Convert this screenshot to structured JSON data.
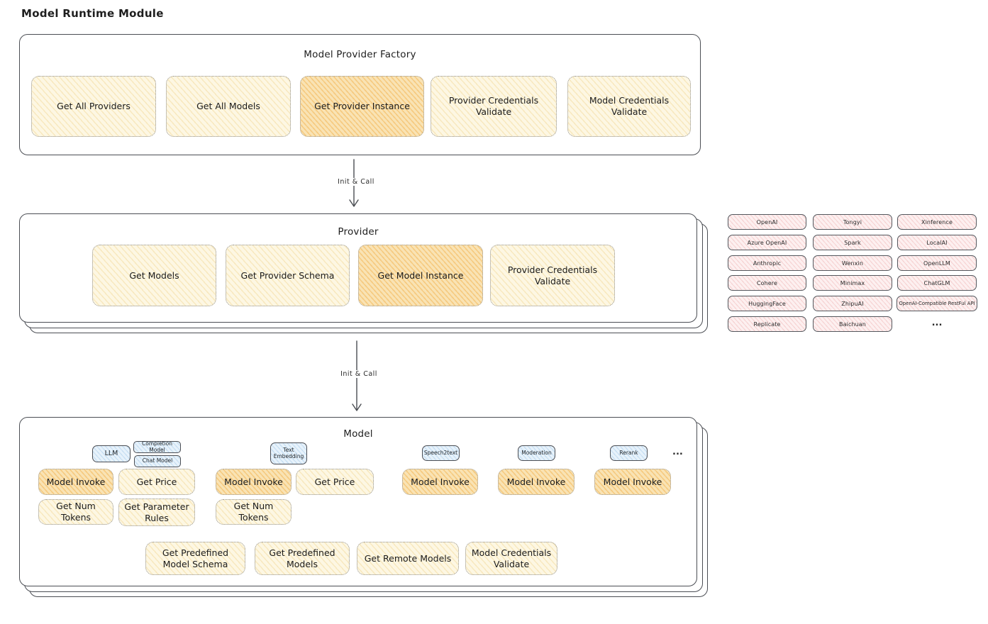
{
  "title": "Model Runtime Module",
  "colors": {
    "node_fill": "#fdf7e3",
    "node_highlight_fill": "#f9e3b4",
    "vendor_fill": "#fdf0f0",
    "tag_fill": "#e7f2fb",
    "stroke": "#4b4e54"
  },
  "factory": {
    "title": "Model Provider Factory",
    "items": [
      "Get All Providers",
      "Get All Models",
      "Get Provider Instance",
      "Provider Credentials Validate",
      "Model Credentials Validate"
    ]
  },
  "arrows": {
    "factory_to_provider": "Init & Call",
    "provider_to_model": "Init & Call"
  },
  "provider": {
    "title": "Provider",
    "items": [
      "Get Models",
      "Get Provider Schema",
      "Get Model Instance",
      "Provider Credentials Validate"
    ]
  },
  "vendors": {
    "col1": [
      "OpenAI",
      "Azure OpenAI",
      "Anthropic",
      "Cohere",
      "HuggingFace",
      "Replicate"
    ],
    "col2": [
      "Tongyi",
      "Spark",
      "Wenxin",
      "Minimax",
      "ZhipuAI",
      "Baichuan"
    ],
    "col3": [
      "Xinference",
      "LocalAI",
      "OpenLLM",
      "ChatGLM",
      "OpenAI-Compatible RestFul API"
    ],
    "more": "..."
  },
  "model": {
    "title": "Model",
    "tags": {
      "llm": "LLM",
      "completion": "Completion Model",
      "chat": "Chat Model",
      "text_embedding": "Text Embedding",
      "speech2text": "Speech2text",
      "moderation": "Moderation",
      "rerank": "Rerank",
      "more": "..."
    },
    "llm_functions": [
      "Model Invoke",
      "Get Price",
      "Get Num Tokens",
      "Get Parameter Rules"
    ],
    "text_embedding_functions": [
      "Model Invoke",
      "Get Price",
      "Get Num Tokens"
    ],
    "speech2text_functions": [
      "Model Invoke"
    ],
    "moderation_functions": [
      "Model Invoke"
    ],
    "rerank_functions": [
      "Model Invoke"
    ],
    "shared_functions": [
      "Get Predefined Model Schema",
      "Get Predefined Models",
      "Get Remote Models",
      "Model Credentials Validate"
    ]
  }
}
